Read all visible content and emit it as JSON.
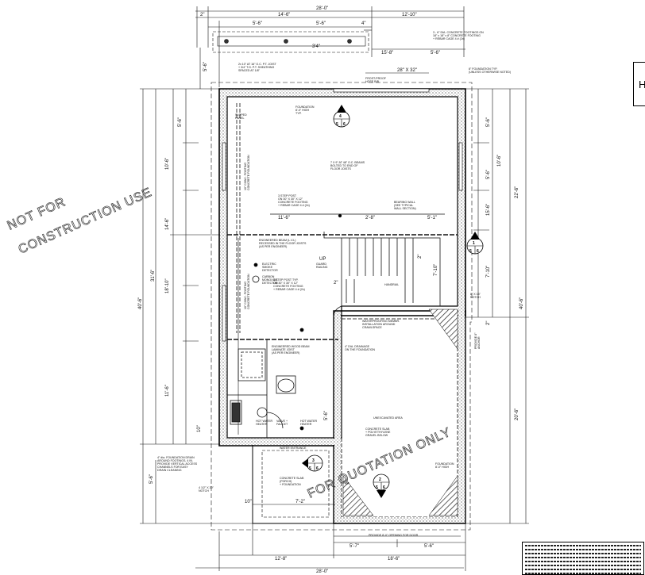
{
  "watermarks": {
    "not_for": "NOT FOR",
    "construction_use": "CONSTRUCTION USE",
    "for_quotation_only": "FOR QUOTATION ONLY"
  },
  "side_box_letter": "H",
  "dimensions": {
    "top_overall": "28'-0\"",
    "top_left_small": "2\"",
    "top_mid": "14'-6\"",
    "top_right": "12'-10\"",
    "top_seg1": "5'-6\"",
    "top_seg2": "5'-6\"",
    "top_seg3": "4\"",
    "top_seg4": "3'4\"",
    "top_right2": "15'-8\"",
    "top_right3": "5'-6\"",
    "window_size": "28\" X 32\"",
    "left_vert_1": "5'-6\"",
    "left_vert_2": "10'-6\"",
    "left_vert_3": "14'-6\"",
    "left_vert_4": "18'-10\"",
    "left_vert_5": "11'-6\"",
    "left_vert_6": "5'-6\"",
    "left_overall_1": "31'-6\"",
    "left_overall_2": "40'-6\"",
    "right_vert_1": "5'-6\"",
    "right_vert_2": "10'-6\"",
    "right_vert_3": "15'-6\"",
    "right_vert_4": "22'-6\"",
    "right_vert_5": "7'-10\"",
    "right_vert_6": "40'-6\"",
    "right_vert_7": "20'-6\"",
    "right_vert_8": "22'-6\"",
    "interior_1": "11'-6\"",
    "interior_2": "2'-8\"",
    "interior_3": "5'-1\"",
    "bottom_1": "5'-7\"",
    "bottom_2": "5'-6\"",
    "bottom_3": "12'-8\"",
    "bottom_overall": "28'-0\"",
    "bottom_4": "18'-6\"",
    "bottom_5": "7'-2\"",
    "bottom_6": "10\"",
    "dim_10": "10\"",
    "dim_5": "5'-6\"",
    "dim_2": "2\""
  },
  "section_tags": [
    {
      "num": "4",
      "sheet": "5",
      "ref": "6"
    },
    {
      "num": "1",
      "sheet": "5",
      "ref": "6"
    },
    {
      "num": "3",
      "sheet": "5",
      "ref": "6"
    },
    {
      "num": "2",
      "sheet": "5",
      "ref": "6"
    }
  ],
  "labels": {
    "up": "UP",
    "unexcavated_area": "UNEXCAVATED AREA",
    "water_entrance": "WATER ENTRANCE"
  }
}
